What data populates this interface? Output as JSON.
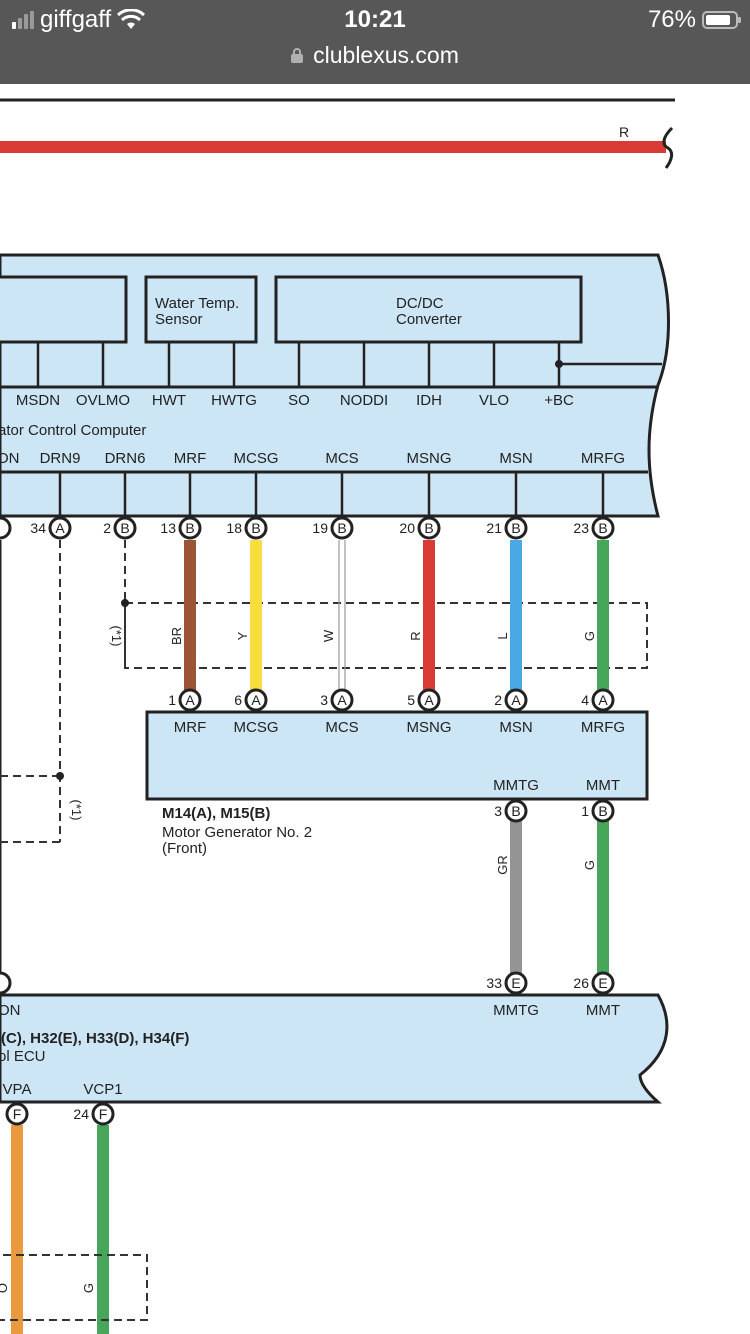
{
  "status_bar": {
    "carrier": "giffgaff",
    "time": "10:21",
    "battery_percent": "76%",
    "battery_level": 0.76,
    "url": "clublexus.com"
  },
  "diagram": {
    "top_wire": {
      "color_code": "R",
      "color": "#d93a33"
    },
    "converter_block": {
      "title_partial": "ator Control Computer",
      "sub_boxes": [
        {
          "label": ""
        },
        {
          "label_line1": "Water Temp.",
          "label_line2": "Sensor"
        },
        {
          "label_line1": "DC/DC",
          "label_line2": "Converter"
        }
      ],
      "upper_pins": [
        "MSDN",
        "OVLMO",
        "HWT",
        "HWTG",
        "SO",
        "NODDI",
        "IDH",
        "VLO",
        "+BC"
      ],
      "lower_pins": [
        "ON",
        "DRN9",
        "DRN6",
        "MRF",
        "MCSG",
        "MCS",
        "MSNG",
        "MSN",
        "MRFG"
      ]
    },
    "connectors_top": [
      {
        "num": "34",
        "conn": "A"
      },
      {
        "num": "2",
        "conn": "B"
      },
      {
        "num": "13",
        "conn": "B"
      },
      {
        "num": "18",
        "conn": "B"
      },
      {
        "num": "19",
        "conn": "B"
      },
      {
        "num": "20",
        "conn": "B"
      },
      {
        "num": "21",
        "conn": "B"
      },
      {
        "num": "23",
        "conn": "B"
      }
    ],
    "wires": [
      {
        "code": "BR",
        "color": "#9c5534"
      },
      {
        "code": "Y",
        "color": "#f7dd3d"
      },
      {
        "code": "W",
        "color": "#ffffff"
      },
      {
        "code": "R",
        "color": "#d93a33"
      },
      {
        "code": "L",
        "color": "#4aa8e6"
      },
      {
        "code": "G",
        "color": "#47a65a"
      }
    ],
    "shield_note": "(*1)",
    "motor_connectors_top": [
      {
        "num": "1",
        "conn": "A"
      },
      {
        "num": "6",
        "conn": "A"
      },
      {
        "num": "3",
        "conn": "A"
      },
      {
        "num": "5",
        "conn": "A"
      },
      {
        "num": "2",
        "conn": "A"
      },
      {
        "num": "4",
        "conn": "A"
      }
    ],
    "motor_block": {
      "pins_top": [
        "MRF",
        "MCSG",
        "MCS",
        "MSNG",
        "MSN",
        "MRFG"
      ],
      "pins_bottom": [
        "MMTG",
        "MMT"
      ],
      "connector_id": "M14(A), M15(B)",
      "name_line1": "Motor Generator No. 2",
      "name_line2": "(Front)"
    },
    "motor_connectors_bottom": [
      {
        "num": "3",
        "conn": "B"
      },
      {
        "num": "1",
        "conn": "B"
      }
    ],
    "temp_wires": [
      {
        "code": "GR",
        "color": "#949494"
      },
      {
        "code": "G",
        "color": "#47a65a"
      }
    ],
    "ecu_connectors_top": [
      {
        "num": "33",
        "conn": "E"
      },
      {
        "num": "26",
        "conn": "E"
      }
    ],
    "ecu_block": {
      "pin_partial": "ON",
      "pins_top": [
        "MMTG",
        "MMT"
      ],
      "connector_id_partial": "(C), H32(E), H33(D), H34(F)",
      "name_partial": "ol ECU",
      "pins_bottom": [
        "VPA",
        "VCP1"
      ]
    },
    "ecu_connectors_bottom": [
      {
        "num": "",
        "conn": "F"
      },
      {
        "num": "24",
        "conn": "F"
      }
    ],
    "bottom_wires": [
      {
        "code": "O",
        "color": "#ea9a3e"
      },
      {
        "code": "G",
        "color": "#47a65a"
      }
    ],
    "block_fill": "#cde6f6"
  }
}
